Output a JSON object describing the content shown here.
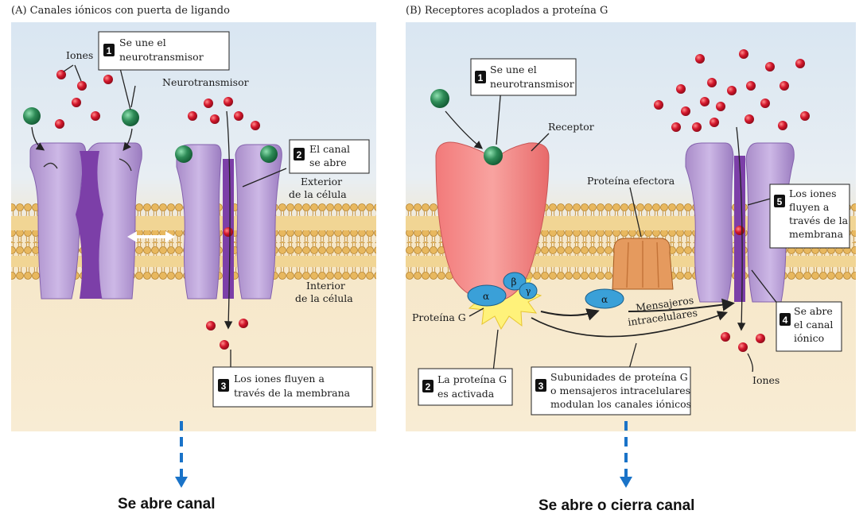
{
  "panel_a": {
    "title": "(A) Canales iónicos con puerta de ligando",
    "labels": {
      "iones": "Iones",
      "neurotransmisor": "Neurotransmisor",
      "exterior_1": "Exterior",
      "exterior_2": "de la célula",
      "interior_1": "Interior",
      "interior_2": "de la célula"
    },
    "steps": [
      {
        "number": "1",
        "line1": "Se une el",
        "line2": "neurotransmisor"
      },
      {
        "number": "2",
        "line1": "El canal",
        "line2": "se abre"
      },
      {
        "number": "3",
        "line1": "Los iones fluyen a",
        "line2": "través de la membrana"
      }
    ]
  },
  "panel_b": {
    "title": "(B) Receptores acoplados a proteína G",
    "labels": {
      "receptor": "Receptor",
      "proteina_efectora": "Proteína efectora",
      "proteina_g": "Proteína G",
      "mensajeros_1": "Mensajeros",
      "mensajeros_2": "intracelulares",
      "iones": "Iones",
      "alpha": "α",
      "beta": "β",
      "gamma": "γ"
    },
    "steps": [
      {
        "number": "1",
        "line1": "Se une el",
        "line2": "neurotransmisor"
      },
      {
        "number": "2",
        "line1": "La proteína G",
        "line2": "es activada"
      },
      {
        "number": "3",
        "line1": "Subunidades de proteína G",
        "line2": "o mensajeros intracelulares",
        "line3": "modulan los canales iónicos"
      },
      {
        "number": "4",
        "line1": "Se abre",
        "line2": "el canal",
        "line3": "iónico"
      },
      {
        "number": "5",
        "line1": "Los iones",
        "line2": "fluyen a",
        "line3": "través de la",
        "line4": "membrana"
      }
    ]
  },
  "captions": {
    "left": "Se abre canal",
    "right": "Se abre o cierra canal"
  },
  "colors": {
    "background_top": "#dfeaf4",
    "background_bottom": "#f6e6c6",
    "membrane": "#e7b45a",
    "channel": "#b9a0d6",
    "channel_dark": "#8b5bb5",
    "neurotransmitter": "#2e8b57",
    "ion": "#c8102e",
    "receptor": "#f08080",
    "effector": "#e59a5e",
    "g_protein": "#3aa0d8",
    "dashed_arrow": "#1a73c8"
  }
}
